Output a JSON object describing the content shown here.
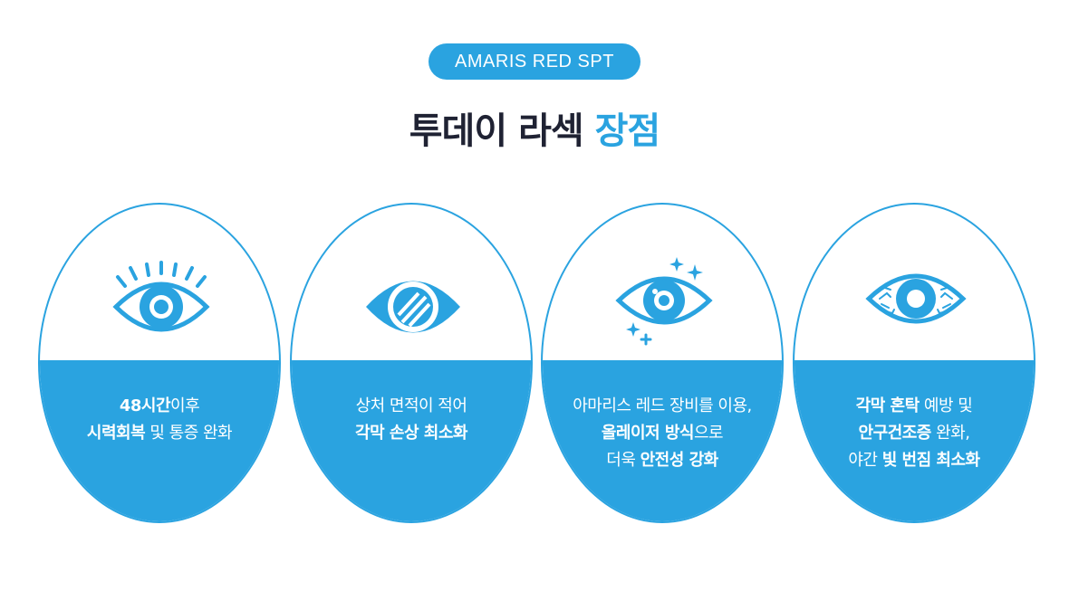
{
  "colors": {
    "accent": "#2aa3e0",
    "title": "#1f2233"
  },
  "badge": {
    "label": "AMARIS RED SPT"
  },
  "title": {
    "main": "투데이 라섹",
    "highlight": "장점"
  },
  "cards": [
    {
      "icon": "eye-lashes-icon",
      "lines": [
        [
          {
            "t": "48시간",
            "b": true
          },
          {
            "t": "이후",
            "b": false
          }
        ],
        [
          {
            "t": "시력회복",
            "b": true
          },
          {
            "t": " 및 통증 완화",
            "b": false
          }
        ]
      ]
    },
    {
      "icon": "eye-striped-pupil-icon",
      "lines": [
        [
          {
            "t": "상처 면적이 적어",
            "b": false
          }
        ],
        [
          {
            "t": "각막 손상 최소화",
            "b": true
          }
        ]
      ]
    },
    {
      "icon": "eye-sparkle-icon",
      "lines": [
        [
          {
            "t": "아마리스 레드 장비를 이용,",
            "b": false
          }
        ],
        [
          {
            "t": "올레이저 방식",
            "b": true
          },
          {
            "t": "으로",
            "b": false
          }
        ],
        [
          {
            "t": "더욱 ",
            "b": false
          },
          {
            "t": "안전성 강화",
            "b": true
          }
        ]
      ]
    },
    {
      "icon": "eye-veins-icon",
      "lines": [
        [
          {
            "t": "각막 혼탁",
            "b": true
          },
          {
            "t": " 예방 및",
            "b": false
          }
        ],
        [
          {
            "t": "안구건조증",
            "b": true
          },
          {
            "t": " 완화,",
            "b": false
          }
        ],
        [
          {
            "t": "야간 ",
            "b": false
          },
          {
            "t": "빛 번짐 최소화",
            "b": true
          }
        ]
      ]
    }
  ]
}
